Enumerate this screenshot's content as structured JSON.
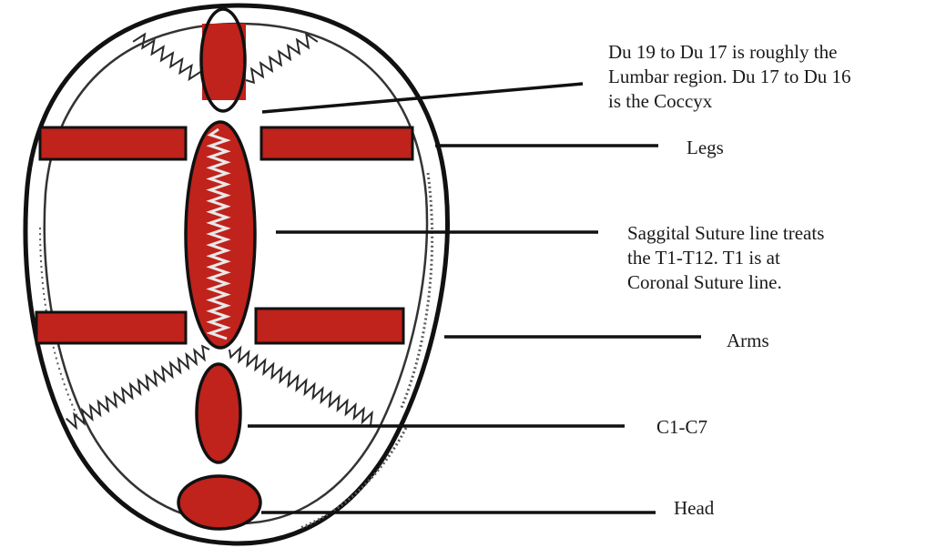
{
  "colors": {
    "region_fill": "#c0221c",
    "outline": "#111111",
    "skull_shadow": "#5a5a5a",
    "suture": "#2a2a2a",
    "background": "#ffffff"
  },
  "labels": {
    "lumbar_coccyx": "Du 19 to Du 17 is roughly the\nLumbar region. Du 17 to Du 16\nis the Coccyx",
    "legs": "Legs",
    "saggital": "Saggital Suture line treats\nthe T1-T12. T1 is at\nCoronal Suture line.",
    "arms": "Arms",
    "cervical": "C1-C7",
    "head": "Head"
  }
}
